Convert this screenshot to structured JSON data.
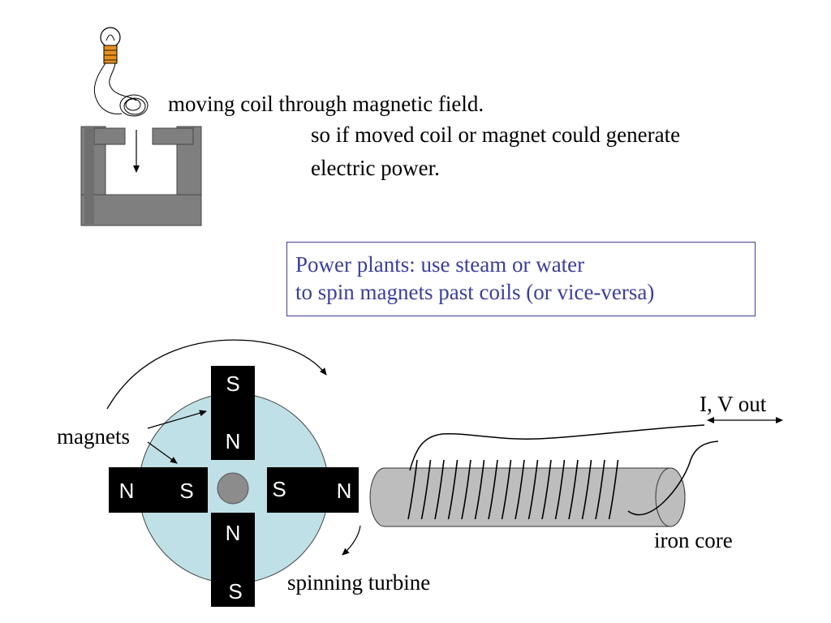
{
  "top": {
    "caption_line1": "moving coil through magnetic field.",
    "caption_line2": "so if moved coil or magnet could generate",
    "caption_line3": "electric power."
  },
  "callout": {
    "line1": "Power plants: use steam or water",
    "line2": "to spin magnets past coils (or vice-versa)"
  },
  "generator": {
    "magnets_label": "magnets",
    "turbine_label": "spinning turbine",
    "poles": {
      "top_outer": "S",
      "top_inner": "N",
      "left_outer": "N",
      "left_inner": "S",
      "right_inner": "S",
      "right_outer": "N",
      "bottom_inner": "N",
      "bottom_outer": "S"
    }
  },
  "coil": {
    "core_label": "iron core",
    "output_label": "I, V out"
  },
  "colors": {
    "callout_text": "#3b3f9a",
    "turbine_disc": "#bfe0e6",
    "core": "#bdbdbd",
    "magnet_block": "#000000",
    "horseshoe": "#7f7f7f",
    "bulb_base": "#e8901e"
  }
}
